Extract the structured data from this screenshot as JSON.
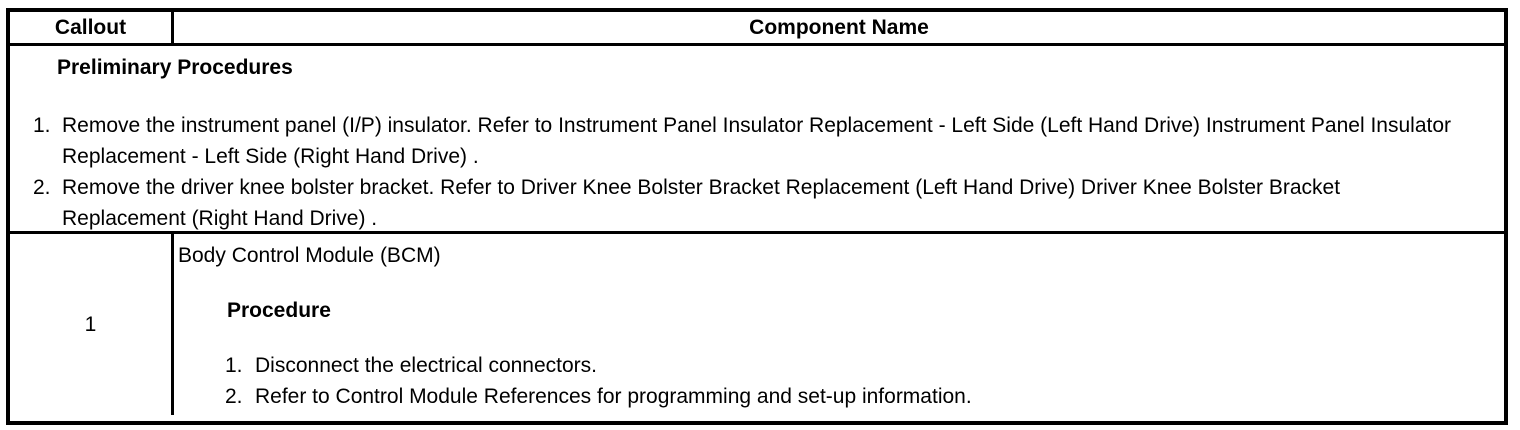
{
  "table": {
    "colors": {
      "border": "#000000",
      "text": "#000000",
      "background": "#ffffff"
    },
    "header": {
      "callout": "Callout",
      "component_name": "Component Name"
    },
    "preliminary": {
      "title": "Preliminary Procedures",
      "steps": [
        {
          "num": "1.",
          "text": "Remove the instrument panel (I/P) insulator. Refer to Instrument Panel Insulator Replacement - Left Side (Left Hand Drive) Instrument Panel Insulator Replacement - Left Side (Right Hand Drive) ."
        },
        {
          "num": "2.",
          "text": "Remove the driver knee bolster bracket. Refer to Driver Knee Bolster Bracket Replacement (Left Hand Drive) Driver Knee Bolster Bracket Replacement (Right Hand Drive) ."
        }
      ]
    },
    "rows": [
      {
        "callout": "1",
        "component": "Body Control Module (BCM)",
        "procedure_title": "Procedure",
        "steps": [
          {
            "num": "1.",
            "text": "Disconnect the electrical connectors."
          },
          {
            "num": "2.",
            "text": "Refer to Control Module References for programming and set-up information."
          }
        ]
      }
    ]
  }
}
